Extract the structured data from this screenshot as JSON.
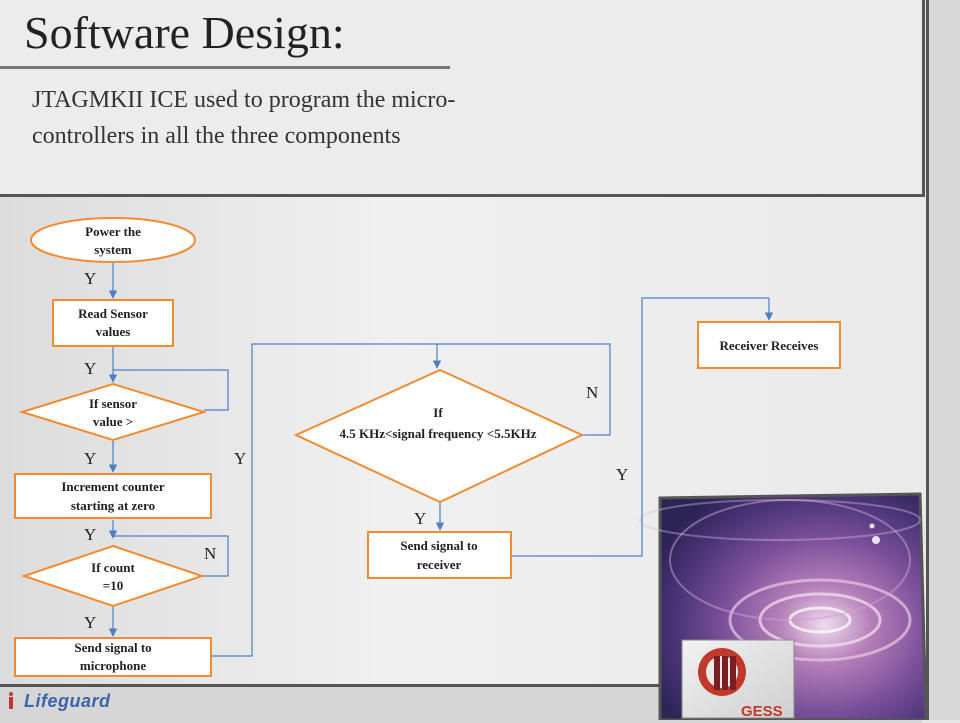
{
  "slide": {
    "title": "Software Design:",
    "subtitle": "JTAGMKII ICE used to program the micro-controllers in all the three components",
    "footer_logo": "Lifeguard",
    "badge_text": "GESS"
  },
  "colors": {
    "node_border": "#f28a30",
    "arrow": "#4f7fc0",
    "panel_border": "#555555",
    "logo": "#3a67a8"
  },
  "flowchart": {
    "nodes": {
      "power": [
        "Power the",
        "system"
      ],
      "read": [
        "Read Sensor",
        "values"
      ],
      "if_sensor": [
        "If  sensor",
        "value >"
      ],
      "increment": [
        "Increment counter",
        "starting at zero"
      ],
      "if_count": [
        "If  count",
        "=10"
      ],
      "send_mic": [
        "Send signal to",
        "microphone"
      ],
      "if_freq": [
        "If",
        "4.5 KHz<signal frequency <5.5KHz"
      ],
      "send_recv": [
        "Send signal to",
        "receiver"
      ],
      "receiver": [
        "Receiver Receives"
      ]
    },
    "edge_labels": {
      "power_read": "Y",
      "read_ifsensor": "Y",
      "ifsensor_increment": "Y",
      "increment_ifcount": "Y",
      "ifcount_loop": "N",
      "ifcount_send": "Y",
      "mic_to_freq": "Y",
      "freq_loop": "N",
      "freq_send": "Y",
      "send_to_receiver": "Y"
    }
  }
}
